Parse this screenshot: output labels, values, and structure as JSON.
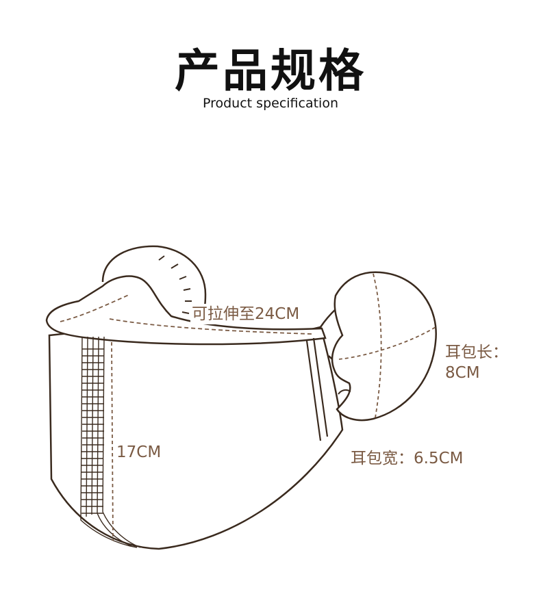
{
  "header": {
    "title": "产品规格",
    "subtitle": "Product specification"
  },
  "specs": {
    "stretch": "可拉伸至24CM",
    "height": "17CM",
    "ear_length_label": "耳包长：",
    "ear_length_value": "8CM",
    "ear_width": "耳包宽：6.5CM"
  },
  "colors": {
    "line": "#3a2a1e",
    "dash": "#7a5a43",
    "label": "#7a5a43",
    "title": "#111111"
  }
}
